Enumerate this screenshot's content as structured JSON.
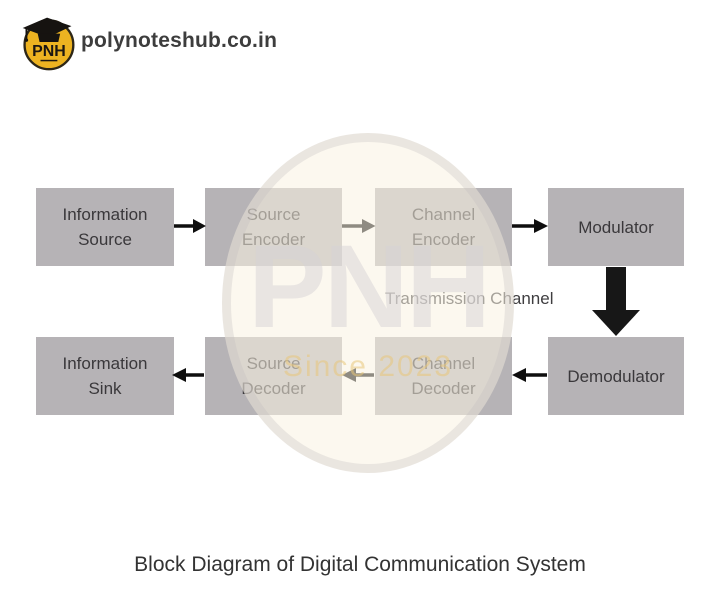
{
  "header": {
    "brand": "polynoteshub.co.in",
    "logo_text": "PNH"
  },
  "diagram": {
    "top_row": [
      {
        "label": "Information Source"
      },
      {
        "label": "Source Encoder"
      },
      {
        "label": "Channel Encoder"
      },
      {
        "label": "Modulator"
      }
    ],
    "bottom_row": [
      {
        "label": "Information Sink"
      },
      {
        "label": "Source Decoder"
      },
      {
        "label": "Channel Decoder"
      },
      {
        "label": "Demodulator"
      }
    ],
    "channel_label": "Transmission Channel",
    "flow_top": "left-to-right",
    "flow_bottom": "right-to-left",
    "colors": {
      "box_fill": "#b6b3b6",
      "box_text": "#3a383b",
      "arrow": "#0e0e0e",
      "logo_yellow": "#edb321"
    }
  },
  "watermark": {
    "text": "PNH",
    "tagline": "Since 2023"
  },
  "caption": "Block Diagram of Digital Communication System"
}
